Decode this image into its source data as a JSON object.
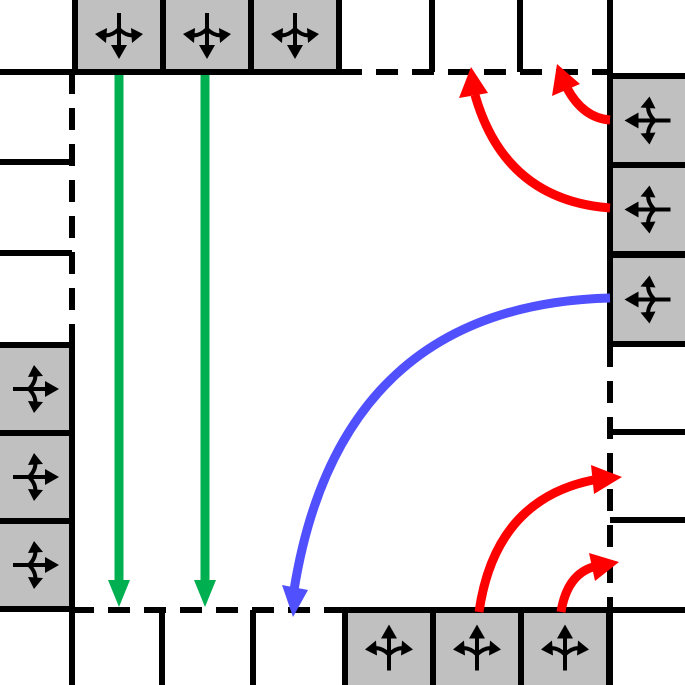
{
  "colors": {
    "background": "#ffffff",
    "lane_fill": "#c0c0c0",
    "lane_outline": "#000000",
    "line": "#000000",
    "through_movement": "#00b050",
    "right_turn_movement": "#ff0000",
    "left_turn_movement": "#5050ff"
  },
  "approaches": {
    "north": {
      "lane_count": 3,
      "lane_icon": "all-direction-arrow-icon",
      "icon_points": "down"
    },
    "east": {
      "lane_count": 3,
      "lane_icon": "all-direction-arrow-icon",
      "icon_points": "left"
    },
    "south": {
      "lane_count": 3,
      "lane_icon": "all-direction-arrow-icon",
      "icon_points": "up"
    },
    "west": {
      "lane_count": 3,
      "lane_icon": "all-direction-arrow-icon",
      "icon_points": "right"
    }
  },
  "movements": [
    {
      "type": "through",
      "from": "north",
      "to": "south",
      "color_key": "through_movement"
    },
    {
      "type": "through",
      "from": "north",
      "to": "south",
      "color_key": "through_movement"
    },
    {
      "type": "right-turn",
      "from": "east",
      "to": "north",
      "color_key": "right_turn_movement"
    },
    {
      "type": "right-turn",
      "from": "east",
      "to": "north",
      "color_key": "right_turn_movement"
    },
    {
      "type": "left-turn",
      "from": "east",
      "to": "south",
      "color_key": "left_turn_movement"
    },
    {
      "type": "right-turn",
      "from": "south",
      "to": "east",
      "color_key": "right_turn_movement"
    },
    {
      "type": "right-turn",
      "from": "south",
      "to": "east",
      "color_key": "right_turn_movement"
    }
  ]
}
